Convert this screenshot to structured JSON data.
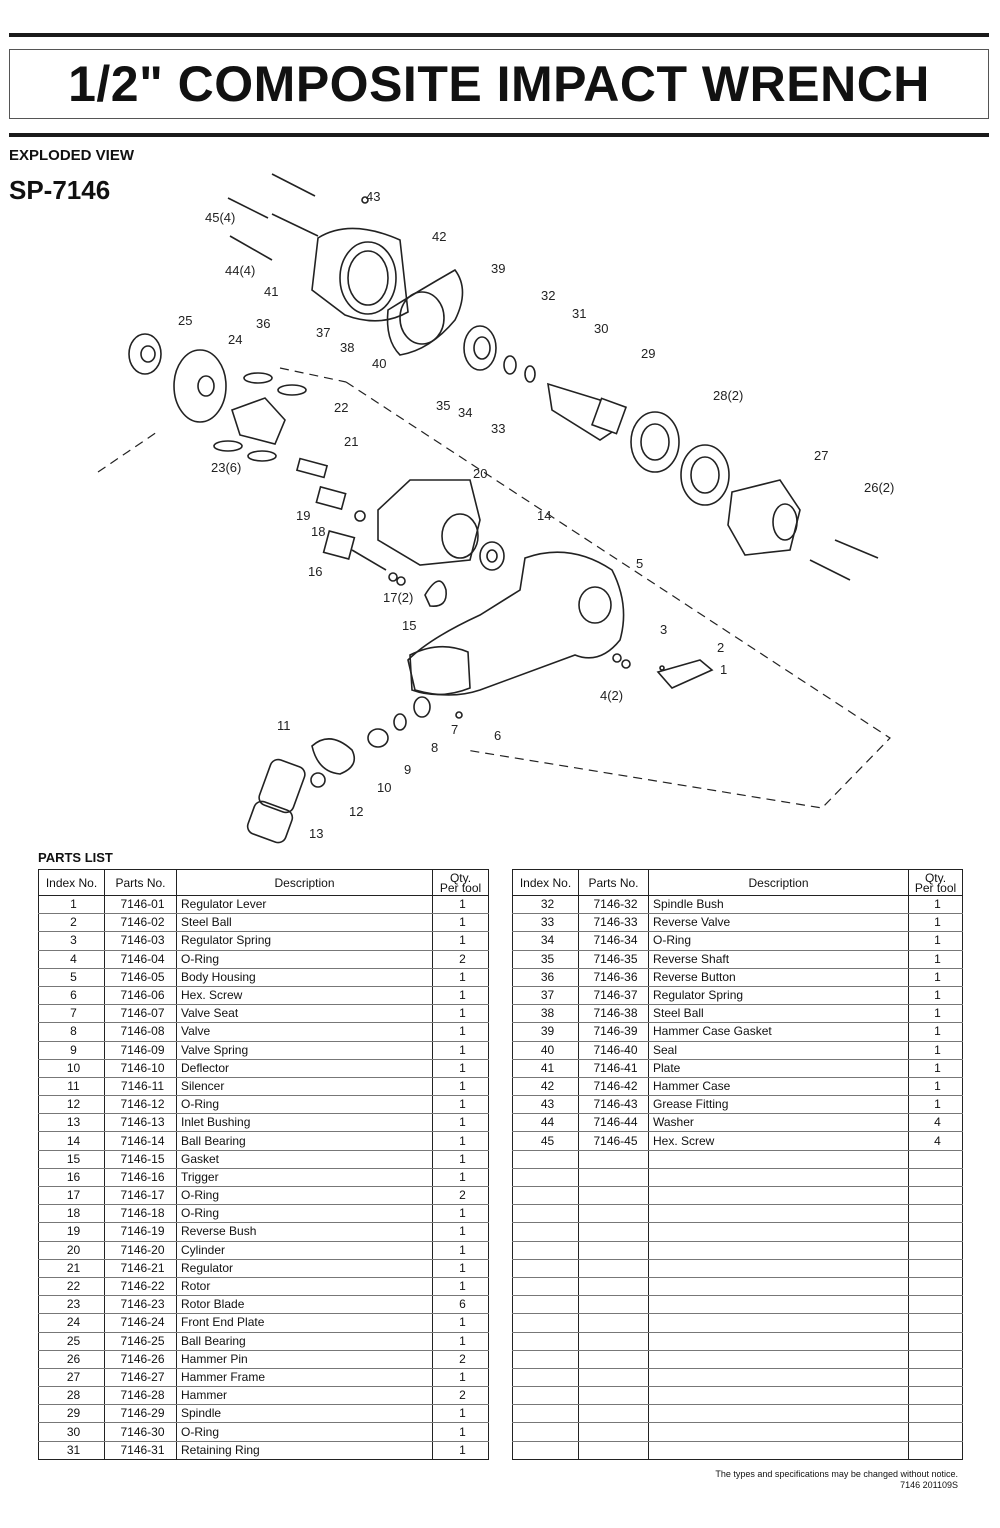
{
  "header": {
    "title": "1/2\" COMPOSITE IMPACT WRENCH",
    "section": "EXPLODED VIEW",
    "model": "SP-7146"
  },
  "diagram_callouts": [
    "1",
    "2",
    "3",
    "4(2)",
    "5",
    "6",
    "7",
    "8",
    "9",
    "10",
    "11",
    "12",
    "13",
    "14",
    "15",
    "16",
    "17(2)",
    "18",
    "19",
    "20",
    "21",
    "22",
    "23(6)",
    "24",
    "25",
    "26(2)",
    "27",
    "28(2)",
    "29",
    "30",
    "31",
    "32",
    "33",
    "34",
    "35",
    "36",
    "37",
    "38",
    "39",
    "40",
    "41",
    "42",
    "43",
    "44(4)",
    "45(4)"
  ],
  "parts_list": {
    "title": "PARTS LIST",
    "columns": [
      "Index No.",
      "Parts No.",
      "Description",
      "Qty.",
      "Per tool"
    ],
    "rows": [
      [
        "1",
        "7146-01",
        "Regulator Lever",
        "1"
      ],
      [
        "2",
        "7146-02",
        "Steel Ball",
        "1"
      ],
      [
        "3",
        "7146-03",
        "Regulator Spring",
        "1"
      ],
      [
        "4",
        "7146-04",
        "O-Ring",
        "2"
      ],
      [
        "5",
        "7146-05",
        "Body Housing",
        "1"
      ],
      [
        "6",
        "7146-06",
        "Hex. Screw",
        "1"
      ],
      [
        "7",
        "7146-07",
        "Valve Seat",
        "1"
      ],
      [
        "8",
        "7146-08",
        "Valve",
        "1"
      ],
      [
        "9",
        "7146-09",
        "Valve Spring",
        "1"
      ],
      [
        "10",
        "7146-10",
        "Deflector",
        "1"
      ],
      [
        "11",
        "7146-11",
        "Silencer",
        "1"
      ],
      [
        "12",
        "7146-12",
        "O-Ring",
        "1"
      ],
      [
        "13",
        "7146-13",
        "Inlet Bushing",
        "1"
      ],
      [
        "14",
        "7146-14",
        "Ball Bearing",
        "1"
      ],
      [
        "15",
        "7146-15",
        "Gasket",
        "1"
      ],
      [
        "16",
        "7146-16",
        "Trigger",
        "1"
      ],
      [
        "17",
        "7146-17",
        "O-Ring",
        "2"
      ],
      [
        "18",
        "7146-18",
        "O-Ring",
        "1"
      ],
      [
        "19",
        "7146-19",
        "Reverse Bush",
        "1"
      ],
      [
        "20",
        "7146-20",
        "Cylinder",
        "1"
      ],
      [
        "21",
        "7146-21",
        "Regulator",
        "1"
      ],
      [
        "22",
        "7146-22",
        "Rotor",
        "1"
      ],
      [
        "23",
        "7146-23",
        "Rotor Blade",
        "6"
      ],
      [
        "24",
        "7146-24",
        "Front End Plate",
        "1"
      ],
      [
        "25",
        "7146-25",
        "Ball Bearing",
        "1"
      ],
      [
        "26",
        "7146-26",
        "Hammer Pin",
        "2"
      ],
      [
        "27",
        "7146-27",
        "Hammer Frame",
        "1"
      ],
      [
        "28",
        "7146-28",
        "Hammer",
        "2"
      ],
      [
        "29",
        "7146-29",
        "Spindle",
        "1"
      ],
      [
        "30",
        "7146-30",
        "O-Ring",
        "1"
      ],
      [
        "31",
        "7146-31",
        "Retaining Ring",
        "1"
      ],
      [
        "32",
        "7146-32",
        "Spindle Bush",
        "1"
      ],
      [
        "33",
        "7146-33",
        "Reverse Valve",
        "1"
      ],
      [
        "34",
        "7146-34",
        "O-Ring",
        "1"
      ],
      [
        "35",
        "7146-35",
        "Reverse Shaft",
        "1"
      ],
      [
        "36",
        "7146-36",
        "Reverse Button",
        "1"
      ],
      [
        "37",
        "7146-37",
        "Regulator Spring",
        "1"
      ],
      [
        "38",
        "7146-38",
        "Steel Ball",
        "1"
      ],
      [
        "39",
        "7146-39",
        "Hammer Case Gasket",
        "1"
      ],
      [
        "40",
        "7146-40",
        "Seal",
        "1"
      ],
      [
        "41",
        "7146-41",
        "Plate",
        "1"
      ],
      [
        "42",
        "7146-42",
        "Hammer Case",
        "1"
      ],
      [
        "43",
        "7146-43",
        "Grease Fitting",
        "1"
      ],
      [
        "44",
        "7146-44",
        "Washer",
        "4"
      ],
      [
        "45",
        "7146-45",
        "Hex. Screw",
        "4"
      ]
    ]
  },
  "footer": {
    "notice": "The types and specifications may be changed without notice.",
    "code": "7146  201109S"
  }
}
